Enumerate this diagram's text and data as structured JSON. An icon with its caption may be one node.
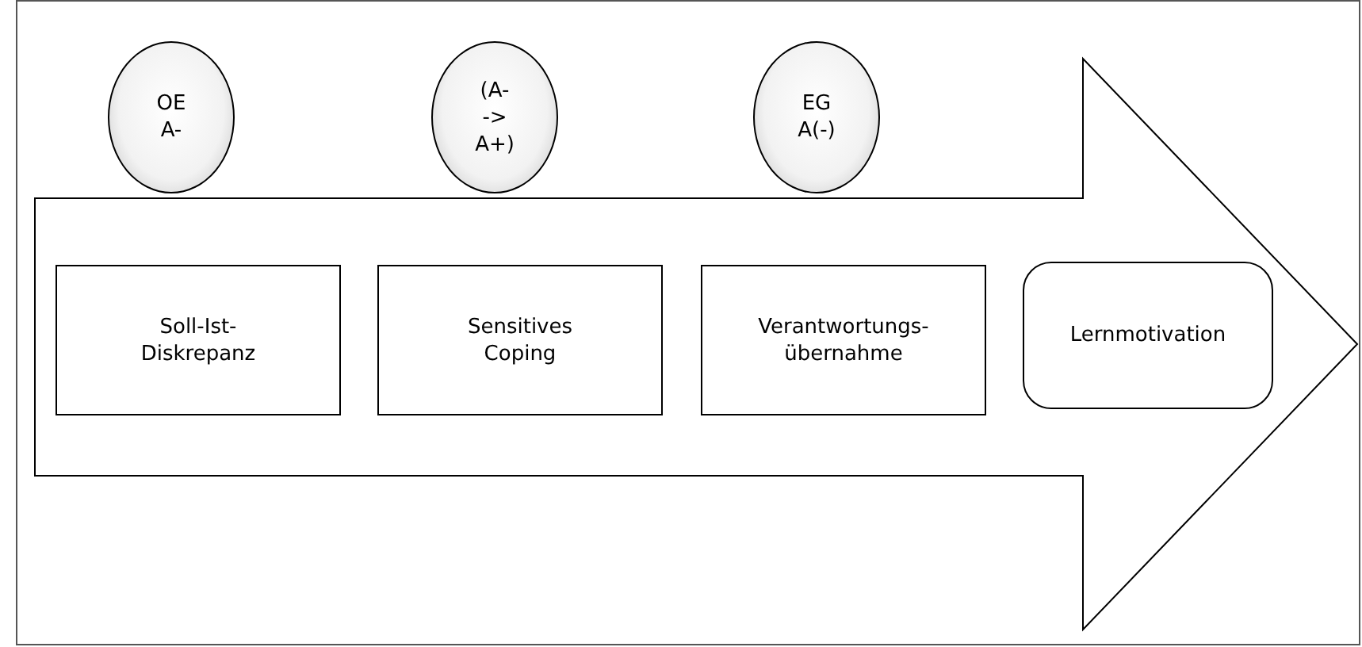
{
  "diagram": {
    "nodes": [
      {
        "text": [
          "OE A-"
        ]
      },
      {
        "text": [
          "(A- -> A+)"
        ]
      },
      {
        "text": [
          "EG A(-)"
        ]
      },
      {
        "text": [
          "Soll-Ist- Diskrepanz"
        ]
      },
      {
        "text": [
          "Sensitives Coping"
        ]
      },
      {
        "text": [
          "Verantwortungs- übernahme"
        ]
      },
      {
        "text": [
          "Lernmotivation"
        ]
      }
    ],
    "edges": []
  }
}
